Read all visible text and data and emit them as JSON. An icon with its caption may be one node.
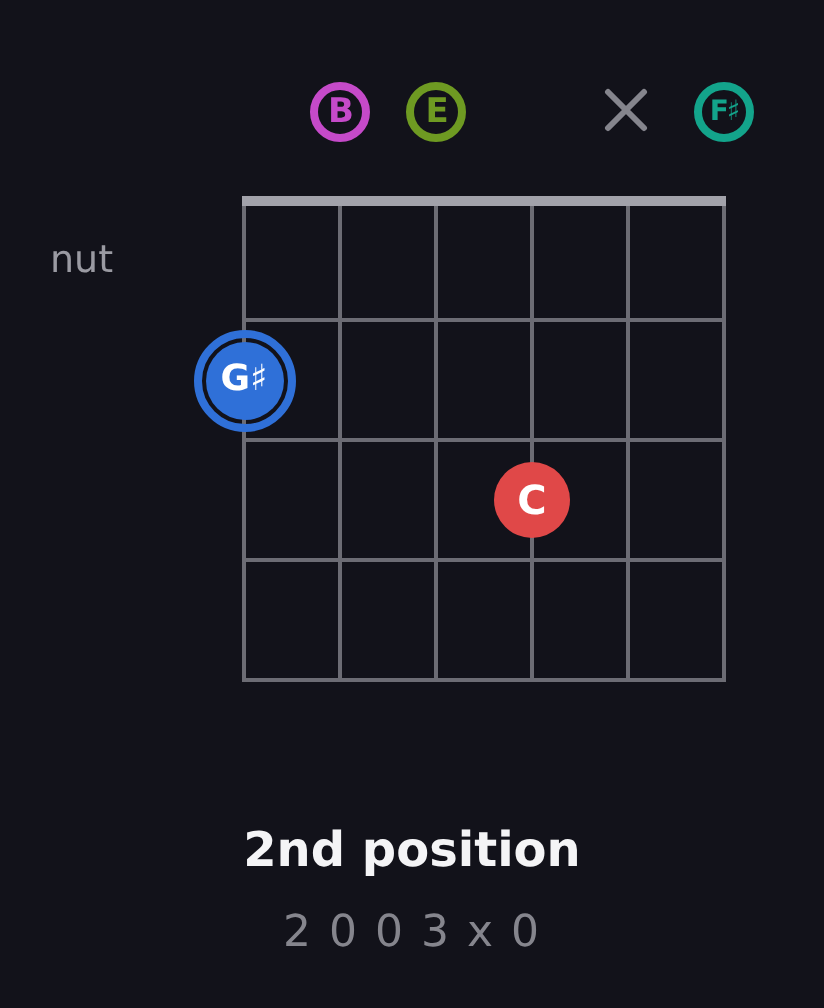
{
  "diagram": {
    "title": "2nd position",
    "caption": "2 0 0 3 x 0",
    "nodes": [
      {
        "text": [
          "B"
        ]
      },
      {
        "text": [
          "E"
        ]
      },
      {
        "text": [
          "F♯"
        ]
      },
      {
        "text": [
          "G♯"
        ]
      },
      {
        "text": [
          "C"
        ]
      }
    ],
    "labels": [
      "nut"
    ]
  }
}
